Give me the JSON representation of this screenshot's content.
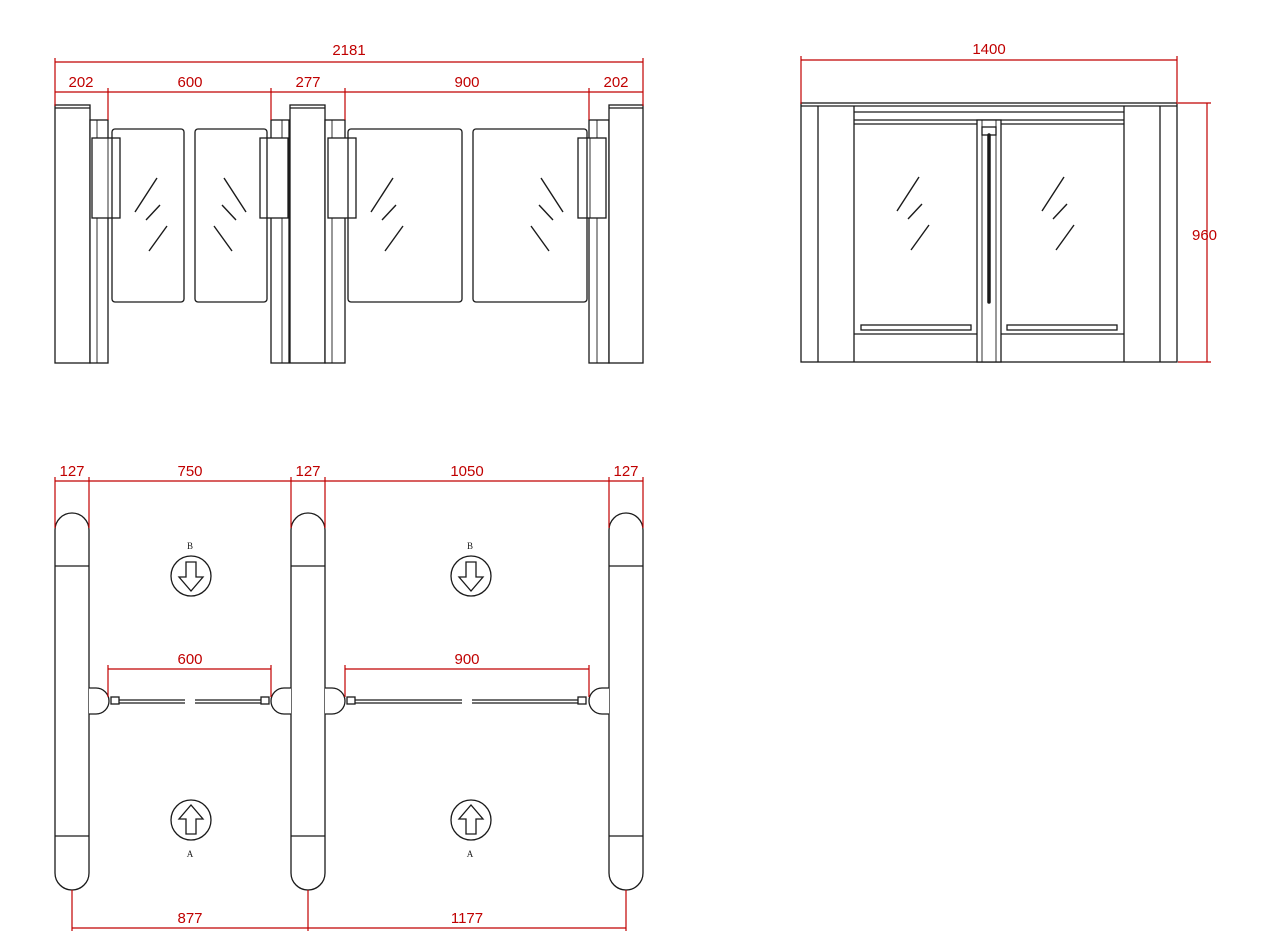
{
  "colors": {
    "dimension": "#c00000",
    "linework": "#1a1a1a",
    "background": "#ffffff"
  },
  "front_view": {
    "overall": "2181",
    "segments": [
      "202",
      "600",
      "277",
      "900",
      "202"
    ]
  },
  "side_view": {
    "width": "1400",
    "height": "960"
  },
  "plan_view": {
    "top_segments": [
      "127",
      "750",
      "127",
      "1050",
      "127"
    ],
    "openings": [
      "600",
      "900"
    ],
    "bottom_segments": [
      "877",
      "1177"
    ],
    "lane_labels": {
      "top": "B",
      "bottom": "A"
    },
    "icons": [
      "arrow-down-circle-icon",
      "arrow-up-circle-icon"
    ]
  }
}
